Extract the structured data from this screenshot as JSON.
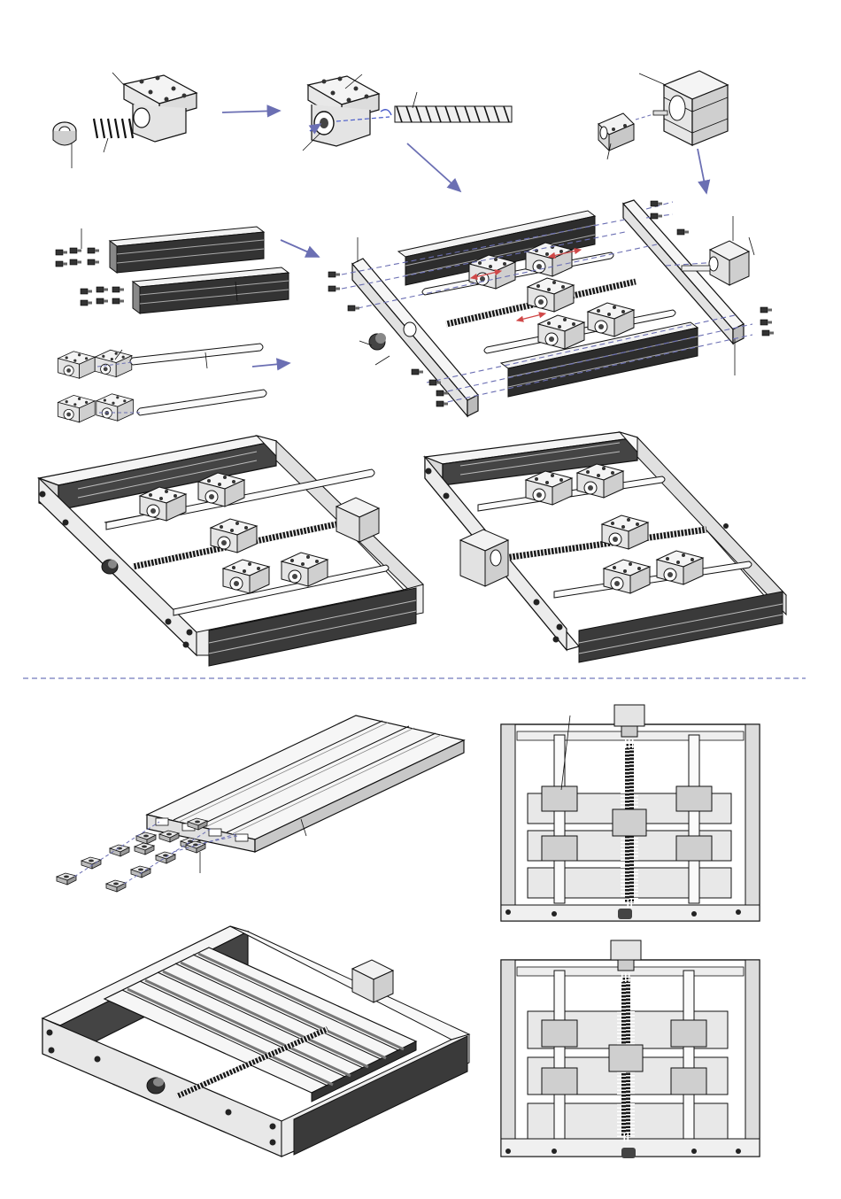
{
  "document": {
    "kind": "assembly instruction sheet",
    "has_text": false,
    "colors": {
      "line": "#1a1a1a",
      "arrow": "#6b6fb3",
      "divider": "#8a8fc7",
      "detail_arrow": "#d04848",
      "metal_light": "#f2f2f2",
      "metal_mid": "#d9d9d9",
      "metal_dark": "#555555"
    }
  },
  "upper_section": {
    "step_1": {
      "parts": [
        "nut-icon",
        "spring-icon",
        "bearing-seat-icon"
      ]
    },
    "step_2": {
      "parts": [
        "bearing-seat-icon",
        "lead-screw-icon"
      ]
    },
    "step_3": {
      "parts": [
        "coupling-icon",
        "stepper-motor-icon"
      ]
    },
    "exploded_frame": {
      "parts": [
        "aluminium-profile-icon",
        "linear-rod-icon",
        "bearing-block-icon",
        "end-plate-icon",
        "bolt-icon"
      ]
    },
    "assembled_views": [
      "frame-motor-right",
      "frame-motor-left"
    ]
  },
  "lower_section": {
    "table_plate": {
      "parts": [
        "slotted-table-icon",
        "t-nut-icon"
      ]
    },
    "final_views": [
      "table-mounted-iso",
      "top-view-wide-blocks",
      "top-view-narrow-blocks"
    ]
  }
}
